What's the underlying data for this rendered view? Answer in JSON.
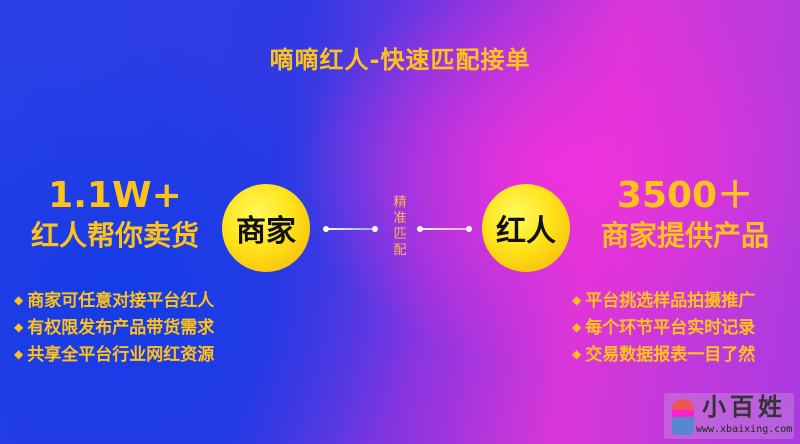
{
  "title": "嘀嘀红人-快速匹配接单",
  "left": {
    "number": "1.1W+",
    "subtitle": "红人帮你卖货",
    "bullets": [
      "商家可任意对接平台红人",
      "有权限发布产品带货需求",
      "共享全平台行业网红资源"
    ]
  },
  "right": {
    "number": "3500＋",
    "subtitle": "商家提供产品",
    "bullets": [
      "平台挑选样品拍摄推广",
      "每个环节平台实时记录",
      "交易数据报表一目了然"
    ]
  },
  "center": {
    "left_circle": "商家",
    "right_circle": "红人",
    "connector": [
      "精",
      "准",
      "匹",
      "配"
    ]
  },
  "watermark": {
    "brand": "小百姓",
    "url": "www.xbaixing.com"
  },
  "colors": {
    "accent": "#ffc21a",
    "blue": "#2a40e6",
    "magenta": "#d936d8"
  }
}
